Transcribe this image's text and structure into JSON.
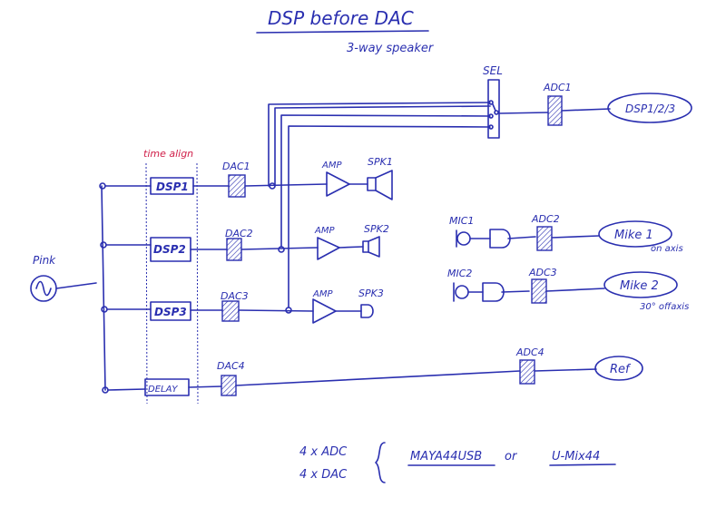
{
  "title": "DSP before DAC",
  "subtitle": "3-way speaker",
  "labels": {
    "pink": "Pink",
    "time_align": "time align",
    "dsp1": "DSP1",
    "dsp2": "DSP2",
    "dsp3": "DSP3",
    "delay": "DELAY",
    "dac1": "DAC1",
    "dac2": "DAC2",
    "dac3": "DAC3",
    "dac4": "DAC4",
    "amp1": "AMP",
    "amp2": "AMP",
    "amp3": "AMP",
    "spk1": "SPK1",
    "spk2": "SPK2",
    "spk3": "SPK3",
    "sel": "SEL",
    "adc1": "ADC1",
    "adc2": "ADC2",
    "adc3": "ADC3",
    "adc4": "ADC4",
    "dsp_out": "DSP1/2/3",
    "mic1": "MIC1",
    "mic2": "MIC2",
    "mike1": "Mike 1",
    "mike2": "Mike 2",
    "on_axis": "on axis",
    "offaxis": "30° offaxis",
    "ref": "Ref"
  },
  "footer": {
    "adc_count": "4 x ADC",
    "dac_count": "4 x DAC",
    "option1": "MAYA44USB",
    "or": "or",
    "option2": "U-Mix44"
  },
  "colors": {
    "ink": "#2a2fb0",
    "red_ink": "#d0204a"
  }
}
